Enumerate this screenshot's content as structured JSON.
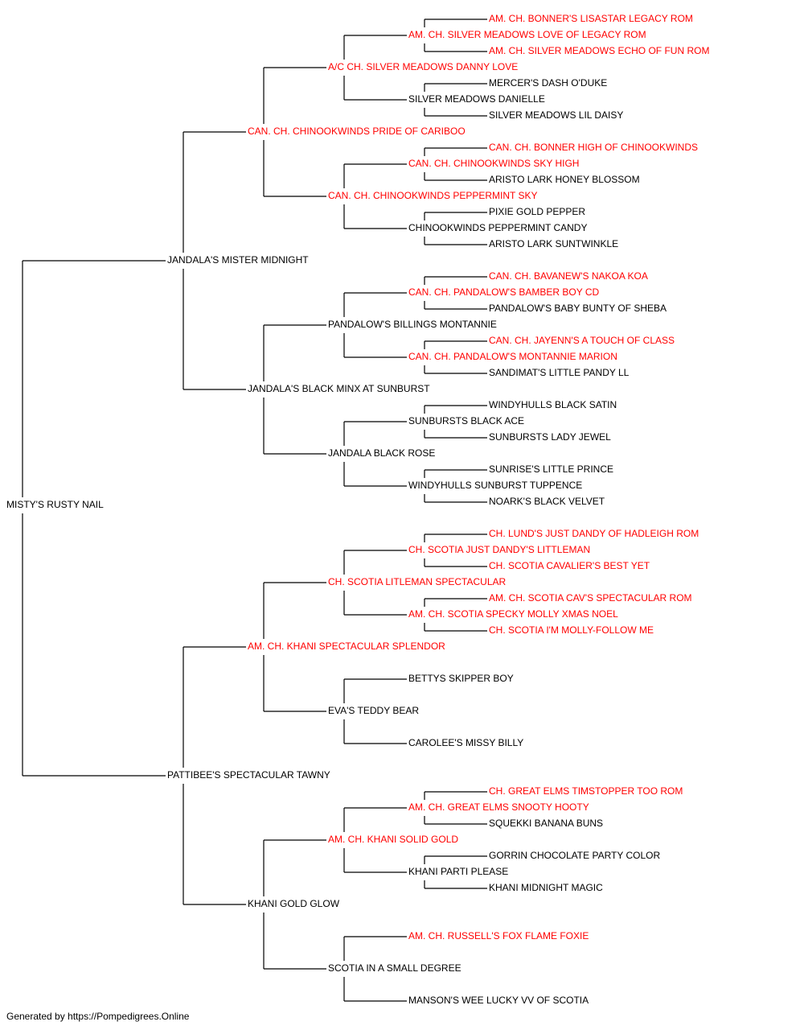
{
  "colors": {
    "champion": "#ff0000",
    "regular": "#000000",
    "line": "#000000"
  },
  "pedigree": {
    "name": "MISTY'S RUSTY NAIL",
    "champion": false,
    "sire": {
      "name": "JANDALA'S MISTER MIDNIGHT",
      "champion": false,
      "sire": {
        "name": "CAN. CH. CHINOOKWINDS PRIDE OF CARIBOO",
        "champion": true,
        "sire": {
          "name": "A/C CH. SILVER MEADOWS DANNY LOVE",
          "champion": true,
          "sire": {
            "name": "AM. CH. SILVER MEADOWS LOVE OF LEGACY ROM",
            "champion": true,
            "sire": {
              "name": "AM. CH. BONNER'S LISASTAR LEGACY ROM",
              "champion": true
            },
            "dam": {
              "name": "AM. CH. SILVER MEADOWS ECHO OF FUN ROM",
              "champion": true
            }
          },
          "dam": {
            "name": "SILVER MEADOWS DANIELLE",
            "champion": false,
            "sire": {
              "name": "MERCER'S DASH O'DUKE",
              "champion": false
            },
            "dam": {
              "name": "SILVER MEADOWS LIL DAISY",
              "champion": false
            }
          }
        },
        "dam": {
          "name": "CAN. CH. CHINOOKWINDS PEPPERMINT SKY",
          "champion": true,
          "sire": {
            "name": "CAN. CH. CHINOOKWINDS SKY HIGH",
            "champion": true,
            "sire": {
              "name": "CAN. CH. BONNER HIGH OF CHINOOKWINDS",
              "champion": true
            },
            "dam": {
              "name": "ARISTO LARK HONEY BLOSSOM",
              "champion": false
            }
          },
          "dam": {
            "name": "CHINOOKWINDS PEPPERMINT CANDY",
            "champion": false,
            "sire": {
              "name": "PIXIE GOLD PEPPER",
              "champion": false
            },
            "dam": {
              "name": "ARISTO LARK SUNTWINKLE",
              "champion": false
            }
          }
        }
      },
      "dam": {
        "name": "JANDALA'S BLACK MINX AT SUNBURST",
        "champion": false,
        "sire": {
          "name": "PANDALOW'S BILLINGS MONTANNIE",
          "champion": false,
          "sire": {
            "name": "CAN. CH. PANDALOW'S BAMBER BOY CD",
            "champion": true,
            "sire": {
              "name": "CAN. CH. BAVANEW'S NAKOA KOA",
              "champion": true
            },
            "dam": {
              "name": "PANDALOW'S BABY BUNTY OF SHEBA",
              "champion": false
            }
          },
          "dam": {
            "name": "CAN. CH. PANDALOW'S MONTANNIE MARION",
            "champion": true,
            "sire": {
              "name": "CAN. CH. JAYENN'S A TOUCH OF CLASS",
              "champion": true
            },
            "dam": {
              "name": "SANDIMAT'S LITTLE PANDY LL",
              "champion": false
            }
          }
        },
        "dam": {
          "name": "JANDALA BLACK ROSE",
          "champion": false,
          "sire": {
            "name": "SUNBURSTS BLACK ACE",
            "champion": false,
            "sire": {
              "name": "WINDYHULLS BLACK SATIN",
              "champion": false
            },
            "dam": {
              "name": "SUNBURSTS LADY JEWEL",
              "champion": false
            }
          },
          "dam": {
            "name": "WINDYHULLS SUNBURST TUPPENCE",
            "champion": false,
            "sire": {
              "name": "SUNRISE'S LITTLE PRINCE",
              "champion": false
            },
            "dam": {
              "name": "NOARK'S BLACK VELVET",
              "champion": false
            }
          }
        }
      }
    },
    "dam": {
      "name": "PATTIBEE'S SPECTACULAR TAWNY",
      "champion": false,
      "sire": {
        "name": "AM. CH. KHANI SPECTACULAR SPLENDOR",
        "champion": true,
        "sire": {
          "name": "CH. SCOTIA LITLEMAN SPECTACULAR",
          "champion": true,
          "sire": {
            "name": "CH. SCOTIA JUST DANDY'S LITTLEMAN",
            "champion": true,
            "sire": {
              "name": "CH. LUND'S JUST DANDY OF HADLEIGH ROM",
              "champion": true
            },
            "dam": {
              "name": "CH. SCOTIA CAVALIER'S BEST YET",
              "champion": true
            }
          },
          "dam": {
            "name": "AM. CH. SCOTIA SPECKY MOLLY XMAS NOEL",
            "champion": true,
            "sire": {
              "name": "AM. CH. SCOTIA CAV'S SPECTACULAR ROM",
              "champion": true
            },
            "dam": {
              "name": "CH. SCOTIA I'M MOLLY-FOLLOW ME",
              "champion": true
            }
          }
        },
        "dam": {
          "name": "EVA'S TEDDY BEAR",
          "champion": false,
          "sire": {
            "name": "BETTYS SKIPPER BOY",
            "champion": false
          },
          "dam": {
            "name": "CAROLEE'S MISSY BILLY",
            "champion": false
          }
        }
      },
      "dam": {
        "name": "KHANI GOLD GLOW",
        "champion": false,
        "sire": {
          "name": "AM. CH. KHANI SOLID GOLD",
          "champion": true,
          "sire": {
            "name": "AM. CH. GREAT ELMS SNOOTY HOOTY",
            "champion": true,
            "sire": {
              "name": "CH. GREAT ELMS TIMSTOPPER TOO ROM",
              "champion": true
            },
            "dam": {
              "name": "SQUEKKI BANANA BUNS",
              "champion": false
            }
          },
          "dam": {
            "name": "KHANI PARTI PLEASE",
            "champion": false,
            "sire": {
              "name": "GORRIN CHOCOLATE PARTY COLOR",
              "champion": false
            },
            "dam": {
              "name": "KHANI MIDNIGHT MAGIC",
              "champion": false
            }
          }
        },
        "dam": {
          "name": "SCOTIA IN A SMALL DEGREE",
          "champion": false,
          "sire": {
            "name": "AM. CH. RUSSELL'S FOX FLAME FOXIE",
            "champion": true
          },
          "dam": {
            "name": "MANSON'S WEE LUCKY VV OF SCOTIA",
            "champion": false
          }
        }
      }
    }
  },
  "footer": "Generated by https://Pompedigrees.Online"
}
